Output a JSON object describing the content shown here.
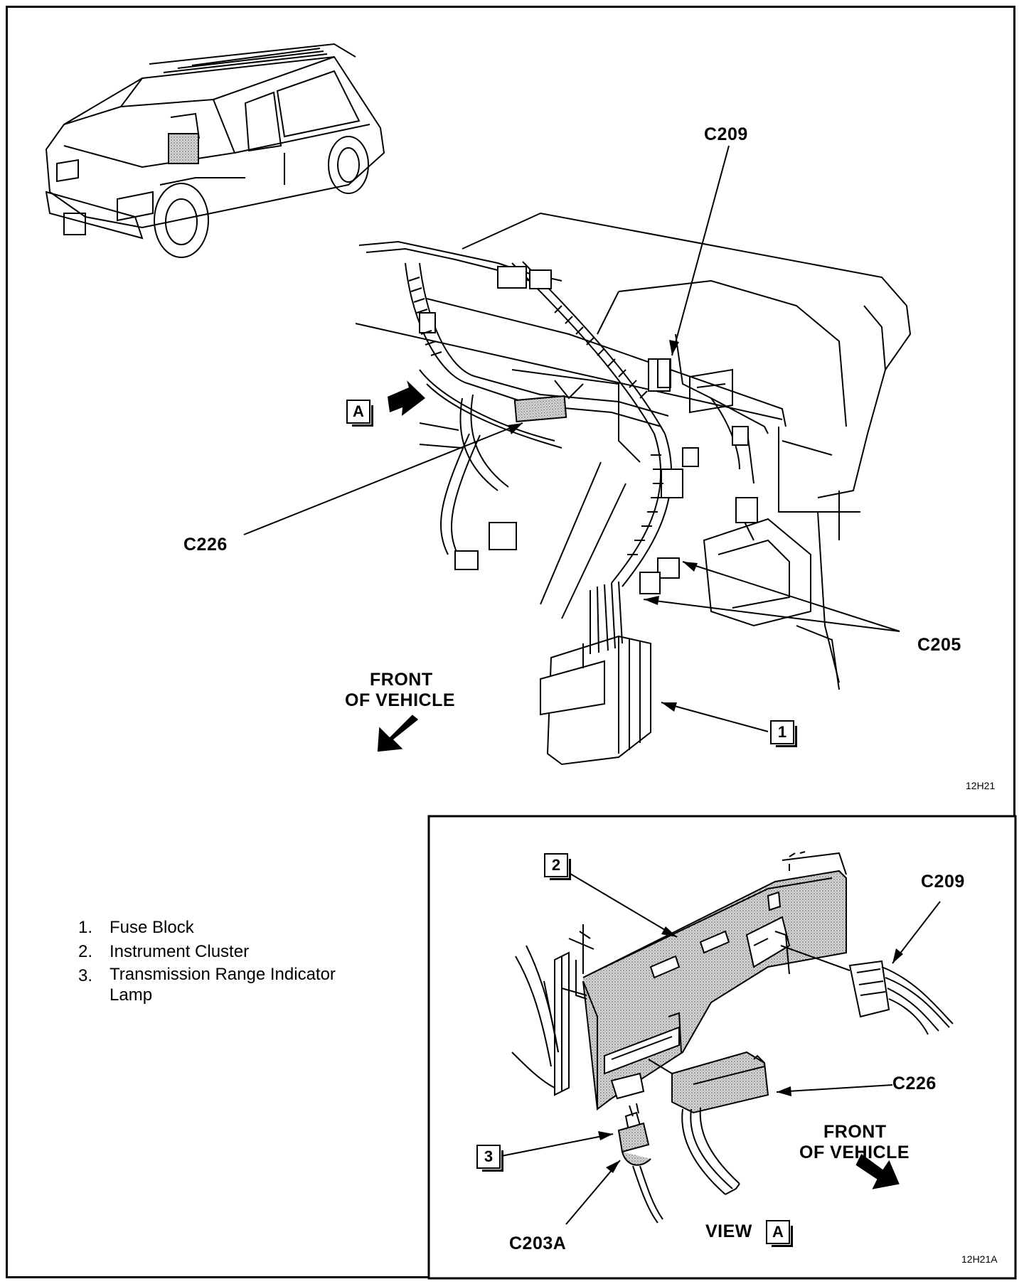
{
  "callouts": {
    "c209_top": "C209",
    "c226_main": "C226",
    "c205": "C205",
    "view_a_box": "A",
    "item1_box": "1",
    "front_main_line1": "FRONT",
    "front_main_line2": "OF VEHICLE",
    "fig_code_main": "12H21",
    "item2_box": "2",
    "c209_inset": "C209",
    "c226_inset": "C226",
    "item3_box": "3",
    "c203a": "C203A",
    "view_label": "VIEW",
    "view_label_box": "A",
    "front_inset_line1": "FRONT",
    "front_inset_line2": "OF VEHICLE",
    "fig_code_inset": "12H21A"
  },
  "legend": [
    {
      "num": "1.",
      "text": "Fuse Block"
    },
    {
      "num": "2.",
      "text": "Instrument Cluster"
    },
    {
      "num": "3.",
      "text": "Transmission Range Indicator Lamp"
    }
  ],
  "colors": {
    "line": "#000000",
    "shade": "#bdbdbd",
    "paper": "#ffffff"
  }
}
